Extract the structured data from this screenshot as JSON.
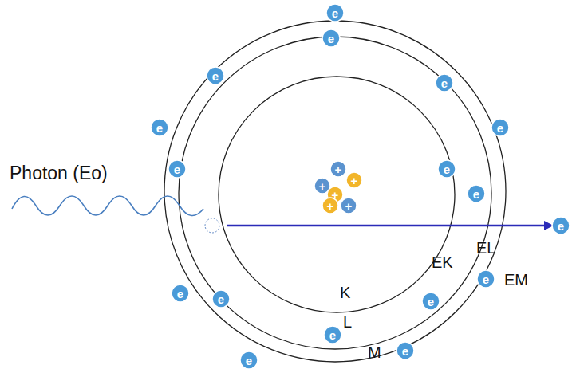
{
  "diagram": {
    "nodes": [
      {
        "text": [
          "e"
        ]
      },
      {
        "text": [
          "e"
        ]
      },
      {
        "text": [
          "e"
        ]
      },
      {
        "text": [
          "e"
        ]
      },
      {
        "text": [
          "e"
        ]
      },
      {
        "text": [
          "e"
        ]
      },
      {
        "text": [
          "+"
        ]
      },
      {
        "text": [
          "+"
        ]
      },
      {
        "text": [
          "+"
        ]
      },
      {
        "text": [
          "+"
        ]
      },
      {
        "text": [
          "+"
        ]
      },
      {
        "text": [
          "+"
        ]
      },
      {
        "text": [
          "e"
        ]
      },
      {
        "text": [
          "e"
        ]
      },
      {
        "text": [
          "e"
        ]
      },
      {
        "text": [
          "e"
        ]
      },
      {
        "text": [
          "e"
        ]
      },
      {
        "text": [
          "e"
        ]
      },
      {
        "text": [
          "e"
        ]
      },
      {
        "text": [
          "e"
        ]
      },
      {
        "text": [
          "e"
        ]
      },
      {
        "text": [
          "e"
        ]
      },
      {
        "text": [
          "e"
        ]
      }
    ],
    "labels": [
      "Photon (Eo)",
      "EL",
      "EK",
      "EM",
      "K",
      "L",
      "M"
    ]
  }
}
